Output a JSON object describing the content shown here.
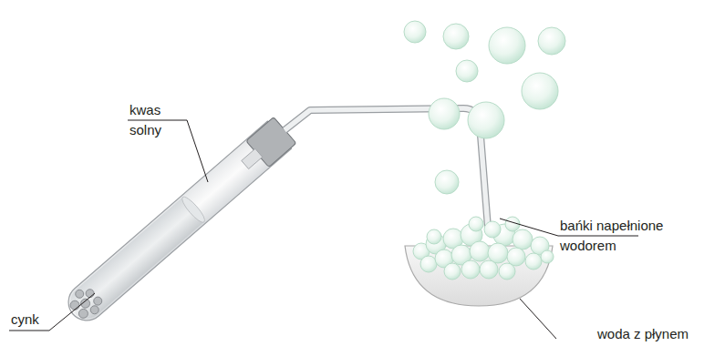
{
  "diagram": {
    "labels": [
      "kwas solny",
      "cynk",
      "bańki napełnione wodorem",
      "woda z płynem"
    ]
  }
}
